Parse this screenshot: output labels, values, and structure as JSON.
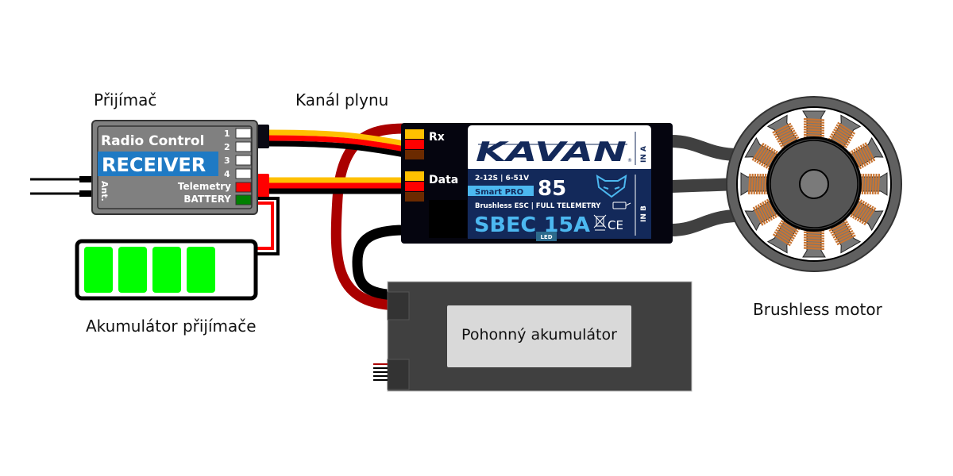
{
  "labels": {
    "receiver": "Přijímač",
    "throttle_channel": "Kanál plynu",
    "receiver_battery": "Akumulátor přijímače",
    "motor": "Brushless motor",
    "drive_battery": "Pohonný akumulátor"
  },
  "receiver": {
    "title_line1": "Radio Control",
    "title_line2": "RECEIVER",
    "antenna_label": "Ant.",
    "channels": [
      "1",
      "2",
      "3",
      "4"
    ],
    "telemetry_label": "Telemetry",
    "battery_label": "BATTERY",
    "colors": {
      "body": "#808080",
      "title_bg": "#1f7ac4",
      "telemetry_port": "#ff0000",
      "battery_port": "#008000"
    }
  },
  "esc": {
    "port_rx": "Rx",
    "port_data": "Data",
    "brand": "KAVAN",
    "registered": "®",
    "in_a": "IN A",
    "in_b": "IN B",
    "spec": "2-12S | 6-51V",
    "series": "Smart PRO",
    "model_number": "85",
    "description": "Brushless ESC | FULL TELEMETRY",
    "sbec": "SBEC 15A",
    "ce_mark": "CE",
    "led_label": "LED",
    "colors": {
      "body": "#05050f",
      "label_dark": "#13295a",
      "label_accent": "#4cb8f0"
    }
  },
  "receiver_battery": {
    "cells_filled": 4,
    "cell_color": "#00ff00"
  },
  "wire_colors": {
    "signal": "#ffc000",
    "plus": "#ff0000",
    "minus": "#000000",
    "power_plus": "#aa0000",
    "servo_minus_brown": "#6b2a00",
    "motor_phase": "#404040"
  }
}
